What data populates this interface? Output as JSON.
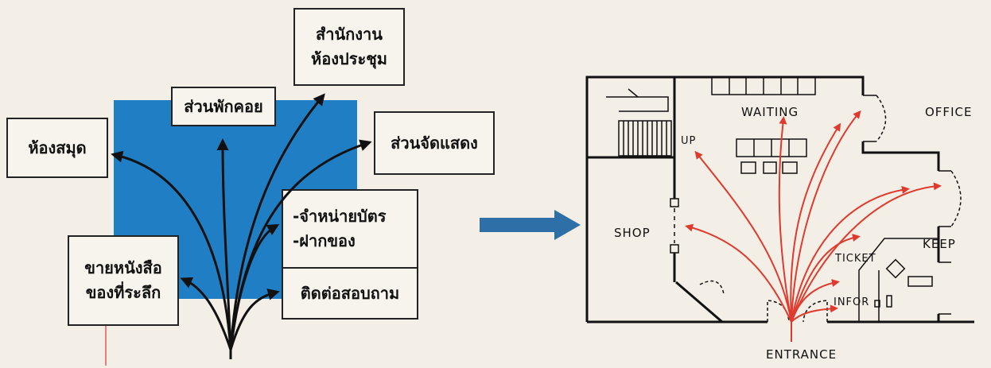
{
  "left_diagram": {
    "office_meeting": [
      "สำนักงาน",
      "ห้องประชุม"
    ],
    "rest_area": "ส่วนพักคอย",
    "library": "ห้องสมุด",
    "exhibition": "ส่วนจัดแสดง",
    "ticket_deposit": [
      "-จำหน่ายบัตร",
      "-ฝากของ"
    ],
    "info": "ติดต่อสอบถาม",
    "souvenir": [
      "ขายหนังสือ",
      "ของที่ระลึก"
    ]
  },
  "floor_plan": {
    "waiting": "WAITING",
    "office": "OFFICE",
    "up": "UP",
    "shop": "SHOP",
    "keep": "KEEP",
    "ticket": "TICKET",
    "infor": "INFOR",
    "entrance": "ENTRANCE"
  },
  "colors": {
    "blue_zone": "#1f7ec4",
    "flow_arrow": "#e03a2e",
    "transition_arrow": "#2f6fa8"
  }
}
